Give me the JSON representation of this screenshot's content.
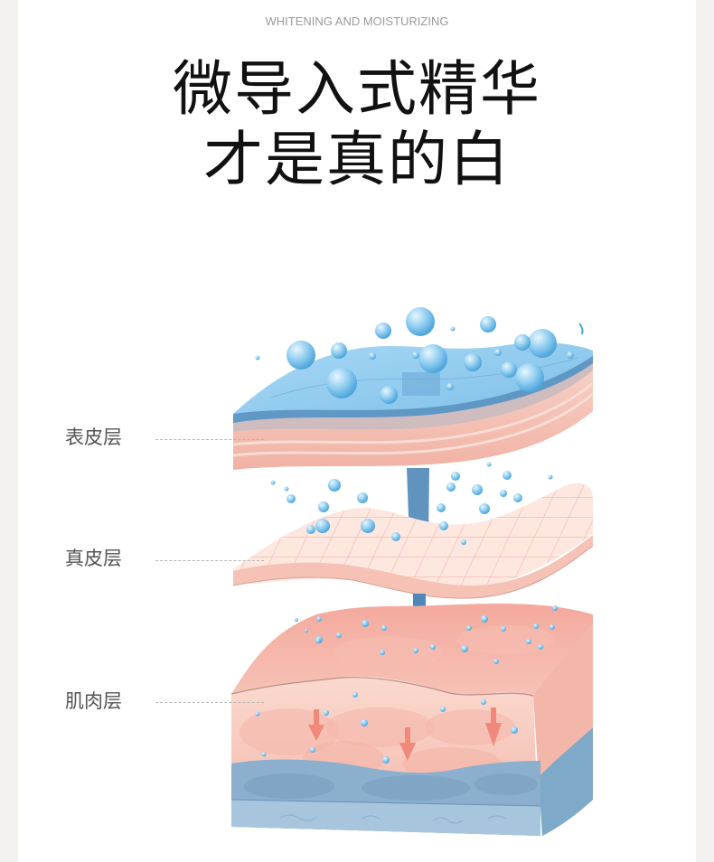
{
  "header": {
    "subtitle": "WHITENING AND MOISTURIZING",
    "headline_line1": "微导入式精华",
    "headline_line2": "才是真的白"
  },
  "illustration": {
    "name": "skin-layer-diagram",
    "layers": [
      {
        "label": "表皮层"
      },
      {
        "label": "真皮层"
      },
      {
        "label": "肌肉层"
      }
    ]
  },
  "colors": {
    "page_bg": "#ffffff",
    "side_bg": "#f3f2ee",
    "subtitle": "#9a9a9a",
    "headline": "#111111",
    "label": "#555555",
    "water_blue": "#6fb6e3",
    "arrow_blue": "#4f88b8",
    "skin_pink": "#f6c3b6",
    "skin_light": "#fbe3da",
    "muscle_blue": "#8fb3cf"
  }
}
